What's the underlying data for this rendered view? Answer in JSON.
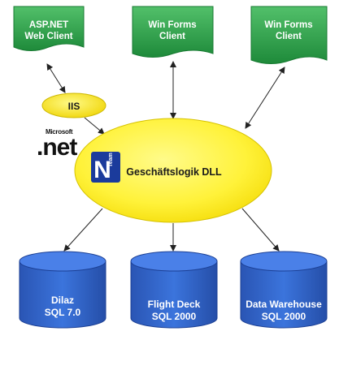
{
  "clients": [
    {
      "line1": "ASP.NET",
      "line2": "Web Client"
    },
    {
      "line1": "Win Forms",
      "line2": "Client"
    },
    {
      "line1": "Win Forms",
      "line2": "Client"
    }
  ],
  "iis": {
    "label": "IIS"
  },
  "dotnet_logo": {
    "vendor": "Microsoft",
    "brand": ".net"
  },
  "team_logo": {
    "letter": "N",
    "word": "Team"
  },
  "core": {
    "label": "Geschäftslogik DLL"
  },
  "databases": [
    {
      "line1": "Dilaz",
      "line2": "SQL 7.0"
    },
    {
      "line1": "Flight Deck",
      "line2": "SQL 2000"
    },
    {
      "line1": "Data Warehouse",
      "line2": "SQL 2000"
    }
  ],
  "colors": {
    "client_fill_top": "#3fae5a",
    "client_fill_bottom": "#1f8a3c",
    "ellipse_fill": "#fff23a",
    "ellipse_stroke": "#d6c200",
    "db_fill": "#2f63c8",
    "db_top": "#5a8ef0",
    "text_dark": "#1a1a1a",
    "text_white": "#ffffff"
  }
}
